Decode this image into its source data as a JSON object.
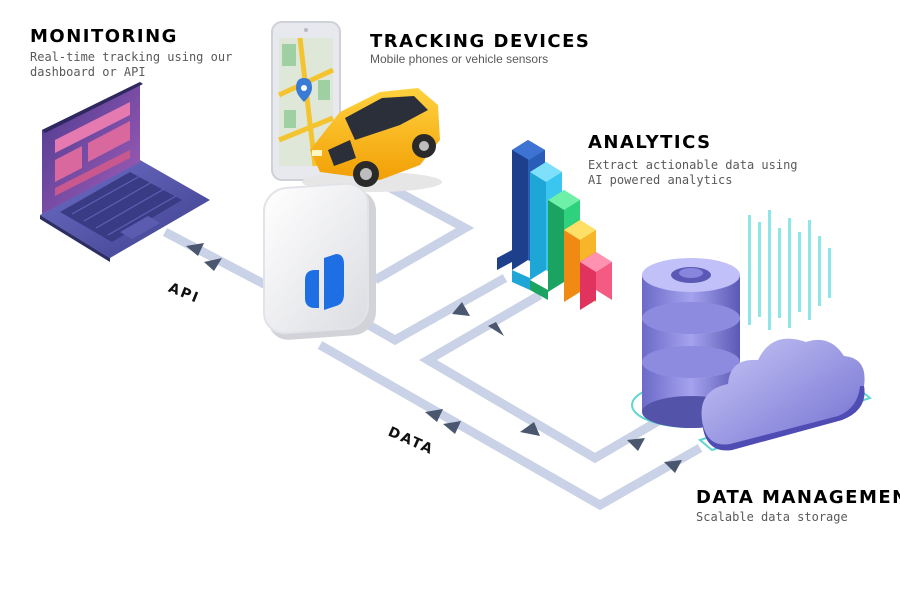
{
  "monitoring": {
    "title": "MONITORING",
    "line1": "Real-time tracking using our",
    "line2": "dashboard or API"
  },
  "tracking": {
    "title": "TRACKING DEVICES",
    "line1": "Mobile phones or vehicle sensors"
  },
  "analytics": {
    "title": "ANALYTICS",
    "line1": "Extract actionable data using",
    "line2": "AI powered analytics"
  },
  "data_management": {
    "title": "DATA MANAGEMENT",
    "line1": "Scalable data storage"
  },
  "flow_labels": {
    "api": "API",
    "data": "DATA"
  },
  "colors": {
    "pipe": "#c9d2e6",
    "pipe_dark": "#aeb9d3",
    "arrow": "#4b566f",
    "laptop_screen": "#7a4fa3",
    "car": "#f5b419",
    "hub_logo": "#1e6fe3",
    "database": "#8b89d9",
    "cloud": "#9a98e6"
  },
  "icons": {
    "laptop": "laptop-icon",
    "phone": "phone-icon",
    "car": "car-icon",
    "hub": "hub-logo-icon",
    "bars": "analytics-bars-icon",
    "database": "database-icon",
    "cloud": "cloud-icon"
  }
}
